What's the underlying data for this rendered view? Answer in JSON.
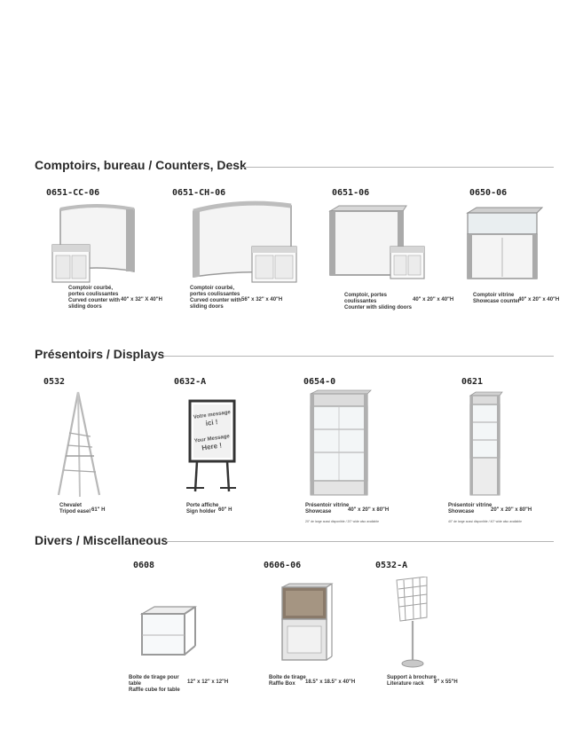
{
  "sections": [
    {
      "title": "Comptoirs, bureau / Counters, Desk"
    },
    {
      "title": "Présentoirs / Displays"
    },
    {
      "title": "Divers / Miscellaneous"
    }
  ],
  "products": [
    {
      "code": "0651-CC-06",
      "fr": "Comptoir courbé, portes coulissantes",
      "en": "Curved counter with sliding doors",
      "dims": "40\" x 32\" X 40\"H",
      "icon": "curved-counter-icon"
    },
    {
      "code": "0651-CH-06",
      "fr": "Comptoir courbé, portes coulissantes",
      "en": "Curved counter with sliding doors",
      "dims": "56\" x 32\" x 40\"H",
      "icon": "curved-wide-counter-icon"
    },
    {
      "code": "0651-06",
      "fr": "Comptoir, portes coulissantes",
      "en": "Counter with sliding doors",
      "dims": "40\" x 20\" x 40\"H",
      "icon": "counter-icon"
    },
    {
      "code": "0650-06",
      "fr": "Comptoir vitrine",
      "en": "Showcase counter",
      "dims": "40\" x 20\" x 40\"H",
      "icon": "showcase-counter-icon"
    },
    {
      "code": "0532",
      "fr": "Chevalet",
      "en": "Tripod easel",
      "dims": "61\" H",
      "icon": "tripod-easel-icon"
    },
    {
      "code": "0632-A",
      "fr": "Porte affiche",
      "en": "Sign holder",
      "dims": "60\" H",
      "icon": "sign-holder-icon"
    },
    {
      "code": "0654-0",
      "fr": "Présentoir vitrine",
      "en": "Showcase",
      "dims": "40\" x 20\" x 80\"H",
      "note": "20\" de large aussi disponible / 20\" wide also available",
      "icon": "showcase-icon"
    },
    {
      "code": "0621",
      "fr": "Présentoir vitrine",
      "en": "Showcase",
      "dims": "20\" x 20\" x 80\"H",
      "note": "40\" de large aussi disponible / 40\" wide also available",
      "icon": "tower-showcase-icon"
    },
    {
      "code": "0608",
      "fr": "Boîte de tirage pour table",
      "en": "Raffle cube for table",
      "dims": "12\" x 12\" x 12\"H",
      "icon": "raffle-cube-icon"
    },
    {
      "code": "0606-06",
      "fr": "Boîte de tirage",
      "en": "Raffle Box",
      "dims": "18.5\" x 18.5\" x 40\"H",
      "icon": "raffle-box-icon"
    },
    {
      "code": "0532-A",
      "fr": "Support à brochure",
      "en": "Literature rack",
      "dims": "9\" x 55\"H",
      "icon": "literature-rack-icon"
    }
  ],
  "sign_holder": {
    "line1": "Votre message",
    "line2": "ici !",
    "line3": "Your Message",
    "line4": "Here !"
  },
  "colors": {
    "frame": "#9a9a9a",
    "panel": "#f4f4f4",
    "rule": "#b5b5b5"
  }
}
